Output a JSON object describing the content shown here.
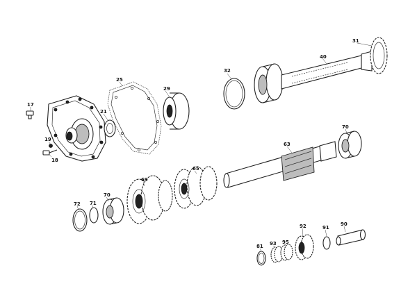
{
  "diagram": {
    "labels": {
      "p17": "17",
      "p19": "19",
      "p18": "18",
      "p21": "21",
      "p25": "25",
      "p29": "29",
      "p32": "32",
      "p31": "31",
      "p40": "40",
      "p63": "63",
      "p70a": "70",
      "p69": "69",
      "p65": "65",
      "p70b": "70",
      "p71": "71",
      "p72": "72",
      "p81": "81",
      "p93": "93",
      "p95": "95",
      "p92": "92",
      "p91": "91",
      "p90": "90"
    }
  }
}
